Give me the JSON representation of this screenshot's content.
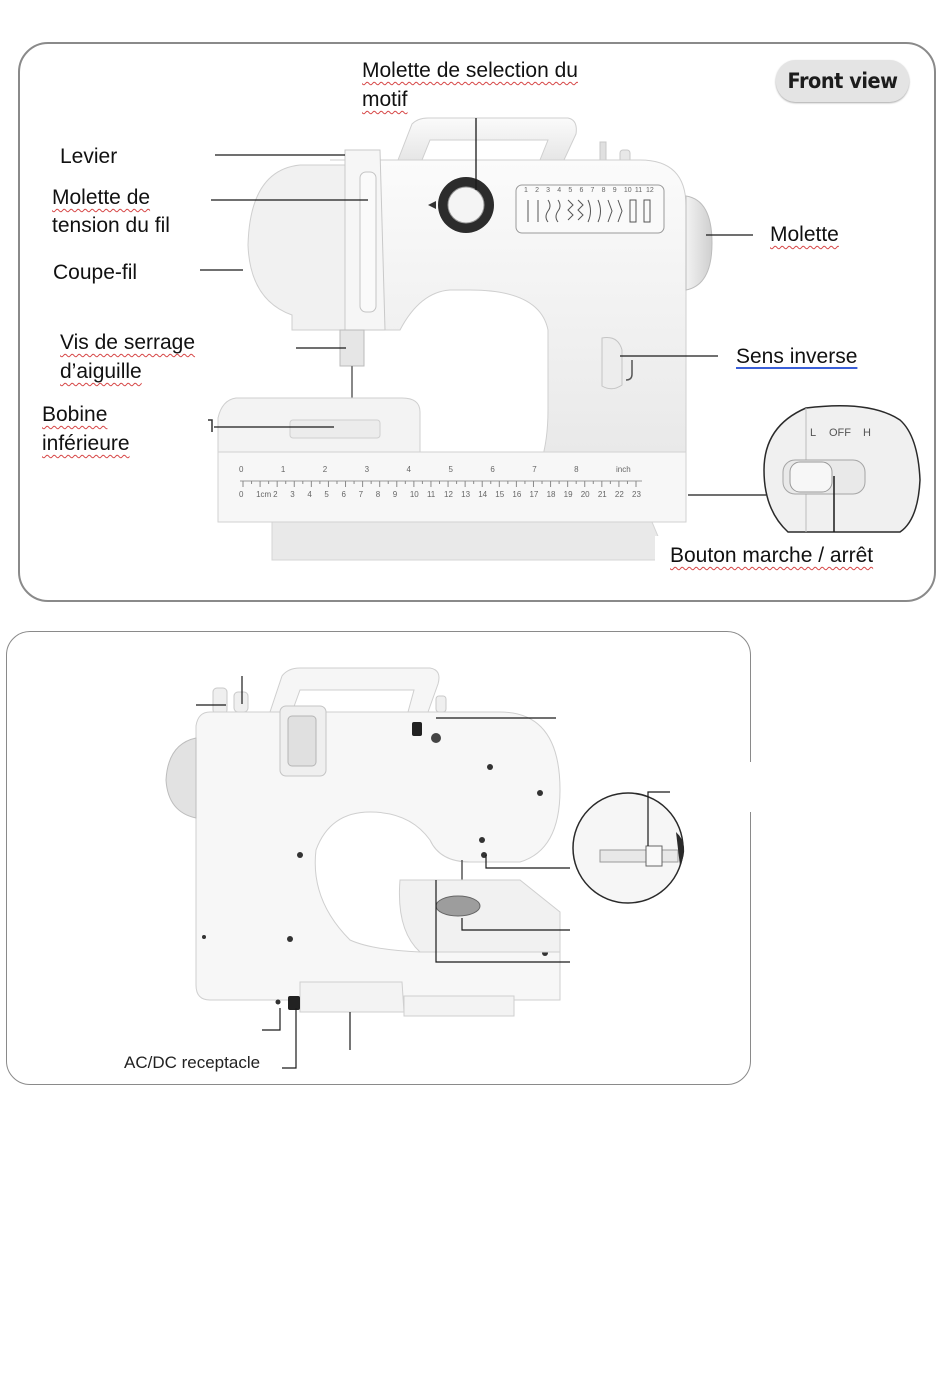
{
  "front_view": {
    "badge": "Front view",
    "labels": {
      "pattern_dial_line1": "Molette de selection du",
      "pattern_dial_line2": "motif",
      "lever": "Levier",
      "tension_line1": "Molette de",
      "tension_line2": "tension du fil",
      "cutter": "Coupe-fil",
      "needle_screw_line1": "Vis de serrage",
      "needle_screw_line2": "d’aiguille",
      "bobbin_line1": "Bobine",
      "bobbin_line2": "inférieure",
      "handwheel": "Molette",
      "reverse": "Sens inverse",
      "power_switch": "Bouton marche / arrêt"
    },
    "switch_inset": {
      "l": "L",
      "off": "OFF",
      "h": "H"
    },
    "ruler_top": [
      "0",
      "1",
      "2",
      "3",
      "4",
      "5",
      "6",
      "7",
      "8",
      "inch"
    ],
    "ruler_bottom": [
      "0",
      "1cm",
      "2",
      "3",
      "4",
      "5",
      "6",
      "7",
      "8",
      "9",
      "10",
      "11",
      "12",
      "13",
      "14",
      "15",
      "16",
      "17",
      "18",
      "19",
      "20",
      "21",
      "22",
      "23"
    ],
    "stitch_numbers": [
      "1",
      "2",
      "3",
      "4",
      "5",
      "6",
      "7",
      "8",
      "9",
      "10",
      "11",
      "12"
    ]
  },
  "back_view": {
    "labels": {
      "acdc": "AC/DC receptacle"
    }
  },
  "colors": {
    "machine_body": "#f4f4f4",
    "machine_shadow": "#d8d8d8",
    "frame_border": "#8a8a8a",
    "squiggle_underline": "#d64545",
    "link_underline": "#3a5fd8"
  }
}
